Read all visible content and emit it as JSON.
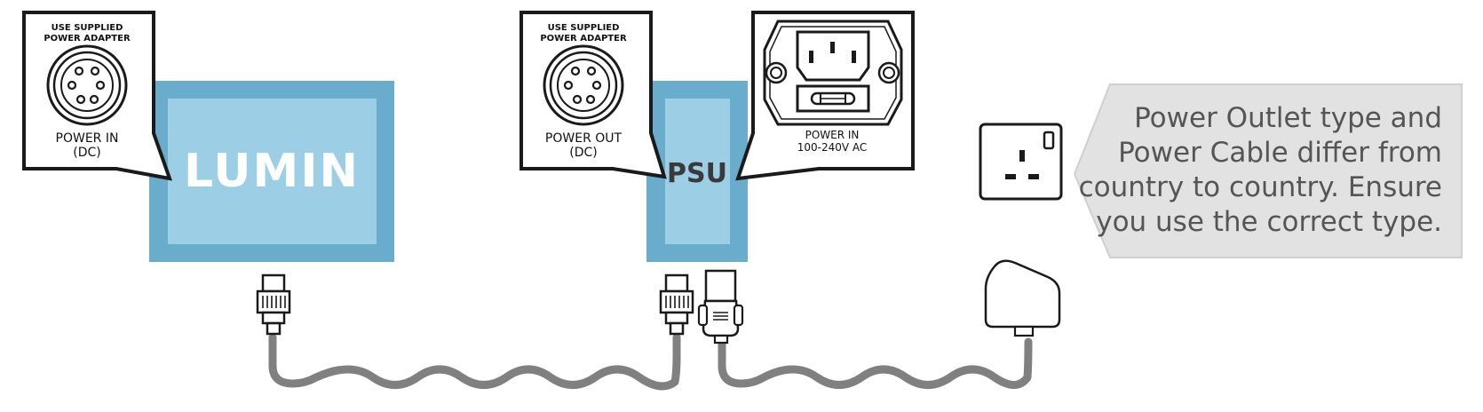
{
  "lumin_callout": {
    "warning_line1": "USE SUPPLIED",
    "warning_line2": "POWER ADAPTER",
    "label_line1": "POWER IN",
    "label_line2": "(DC)"
  },
  "lumin_device": {
    "label": "LUMIN"
  },
  "psu_out_callout": {
    "warning_line1": "USE SUPPLIED",
    "warning_line2": "POWER ADAPTER",
    "label_line1": "POWER OUT",
    "label_line2": "(DC)"
  },
  "psu_in_callout": {
    "label_line1": "POWER IN",
    "label_line2": "100-240V AC"
  },
  "psu_device": {
    "label": "PSU"
  },
  "note": {
    "line1": "Power Outlet type and",
    "line2": "Power Cable differ from",
    "line3": "country to country. Ensure",
    "line4": "you use the correct type."
  },
  "colors": {
    "device_outer": "#6aaccc",
    "device_inner": "#9ccfe6",
    "device_text": "#ffffff",
    "psu_text": "#3a3a3a",
    "cable": "#808080",
    "note_bg": "#e0e0e0",
    "note_text": "#555555",
    "outline": "#1a1a1a"
  }
}
